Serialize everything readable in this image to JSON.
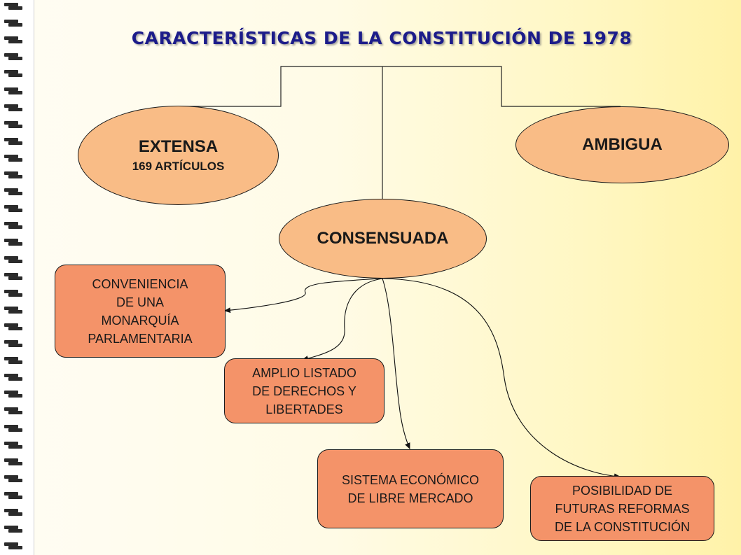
{
  "title": "CARACTERÍSTICAS DE LA CONSTITUCIÓN DE 1978",
  "nodes": {
    "extensa": {
      "label": "EXTENSA",
      "sublabel": "169 ARTÍCULOS"
    },
    "ambigua": {
      "label": "AMBIGUA"
    },
    "consensuada": {
      "label": "CONSENSUADA"
    }
  },
  "boxes": {
    "monarquia": "CONVENIENCIA\nDE UNA\nMONARQUÍA\nPARLAMENTARIA",
    "derechos": "AMPLIO LISTADO\nDE DERECHOS Y\nLIBERTADES",
    "economico": "SISTEMA ECONÓMICO\nDE LIBRE MERCADO",
    "reformas": "POSIBILIDAD DE\nFUTURAS REFORMAS\nDE LA CONSTITUCIÓN"
  },
  "colors": {
    "oval_fill": "#f9bc86",
    "box_fill": "#f49369",
    "title_color": "#1c1c8a"
  }
}
